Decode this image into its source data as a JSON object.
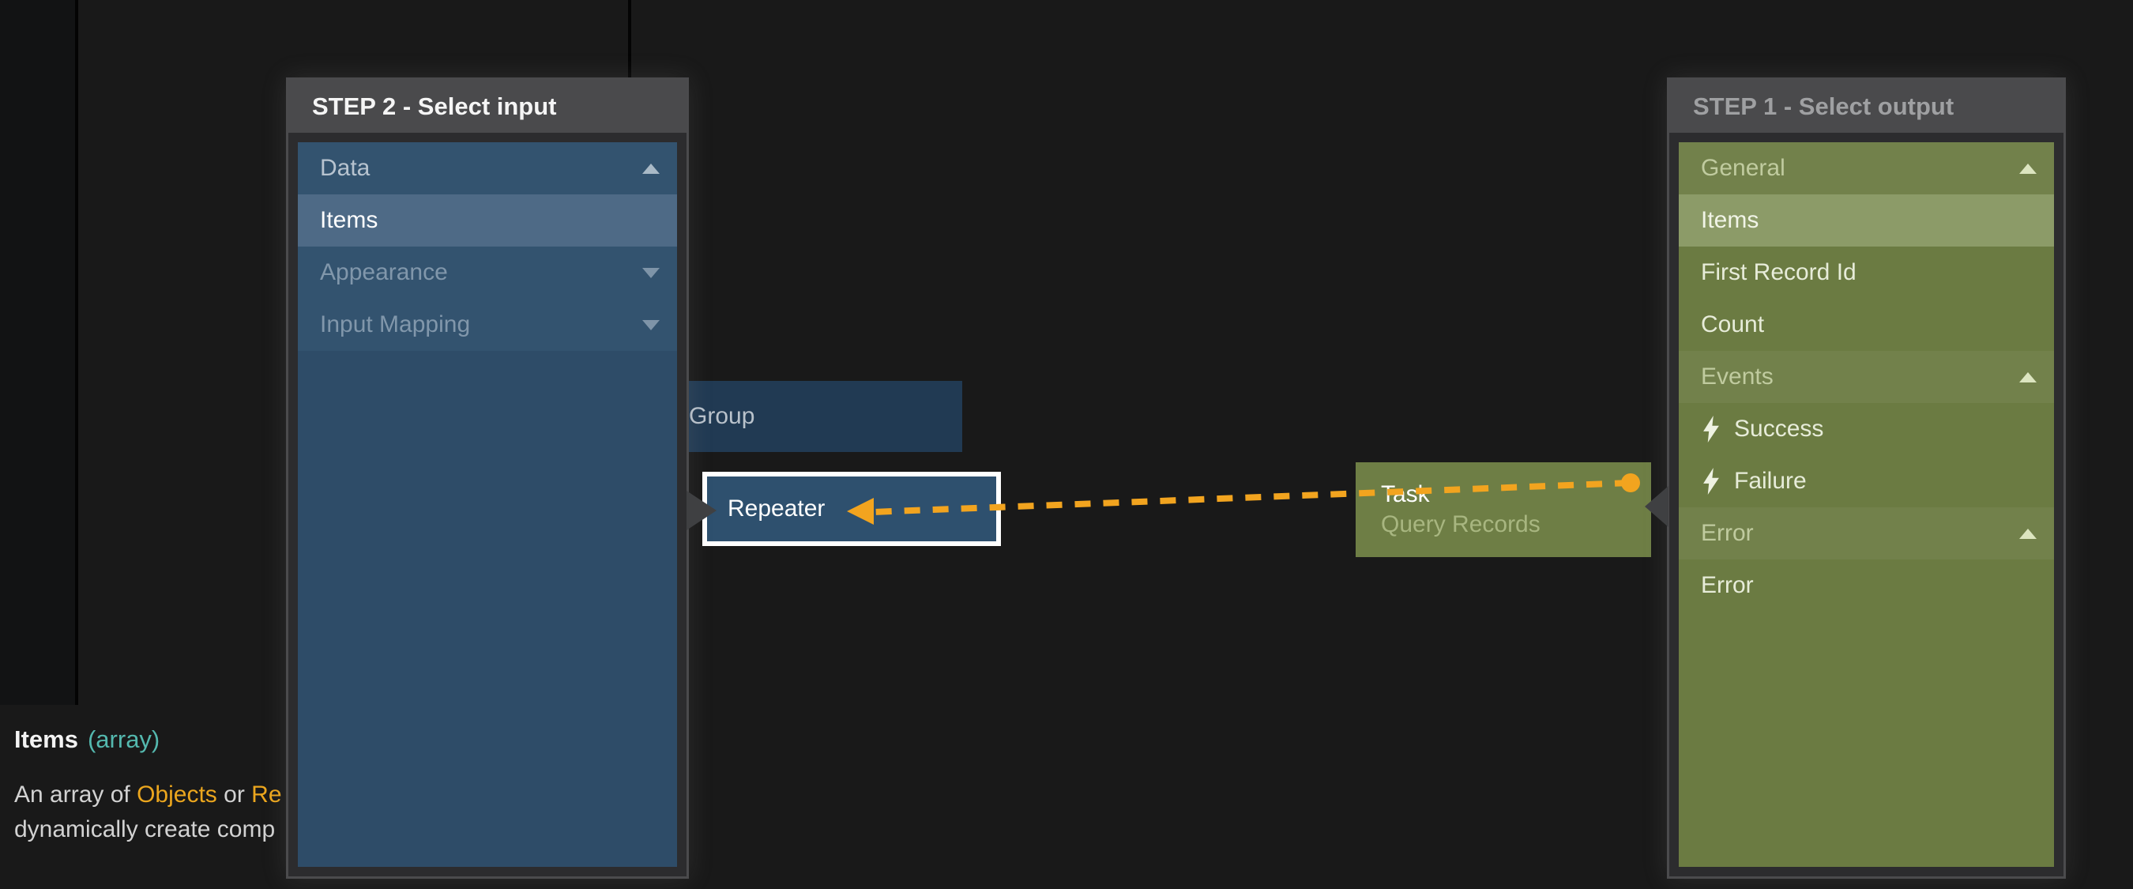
{
  "colors": {
    "background": "#191919",
    "accent_orange": "#F2A41F",
    "panel_header_bg": "#4a4a4c",
    "blue_body": "#2e4c68",
    "blue_selected": "#4e6a86",
    "olive_body": "#6b7b42",
    "olive_selected": "#8c9b68",
    "teal_type": "#54b8ae"
  },
  "step2_panel": {
    "title": "STEP 2 - Select input",
    "items": [
      {
        "label": "Data",
        "kind": "section-header",
        "caret": "up",
        "state": "expanded"
      },
      {
        "label": "Items",
        "kind": "property",
        "state": "selected"
      },
      {
        "label": "Appearance",
        "kind": "section-header",
        "caret": "down",
        "state": "collapsed"
      },
      {
        "label": "Input Mapping",
        "kind": "section-header",
        "caret": "down",
        "state": "collapsed"
      }
    ]
  },
  "step1_panel": {
    "title": "STEP 1 - Select output",
    "items": [
      {
        "label": "General",
        "kind": "section-header",
        "caret": "up",
        "state": "expanded"
      },
      {
        "label": "Items",
        "kind": "property",
        "state": "selected"
      },
      {
        "label": "First Record Id",
        "kind": "property"
      },
      {
        "label": "Count",
        "kind": "property"
      },
      {
        "label": "Events",
        "kind": "section-header",
        "caret": "up",
        "state": "expanded"
      },
      {
        "label": "Success",
        "kind": "event",
        "icon": "lightning-icon"
      },
      {
        "label": "Failure",
        "kind": "event",
        "icon": "lightning-icon"
      },
      {
        "label": "Error",
        "kind": "section-header",
        "caret": "up",
        "state": "expanded"
      },
      {
        "label": "Error",
        "kind": "property"
      }
    ]
  },
  "nodes": {
    "group": {
      "label": "Group"
    },
    "repeater": {
      "label": "Repeater",
      "state": "selected"
    },
    "task": {
      "title": "Task",
      "subtitle": "Query Records"
    }
  },
  "connector": {
    "style": "dashed",
    "color": "#F2A41F",
    "from": "task-output",
    "to": "repeater-input"
  },
  "tooltip": {
    "name": "Items",
    "type": "(array)",
    "desc_part1": "An array of ",
    "desc_objects": "Objects",
    "desc_or": " or ",
    "desc_records": "Re",
    "desc_line2": "dynamically create comp"
  }
}
